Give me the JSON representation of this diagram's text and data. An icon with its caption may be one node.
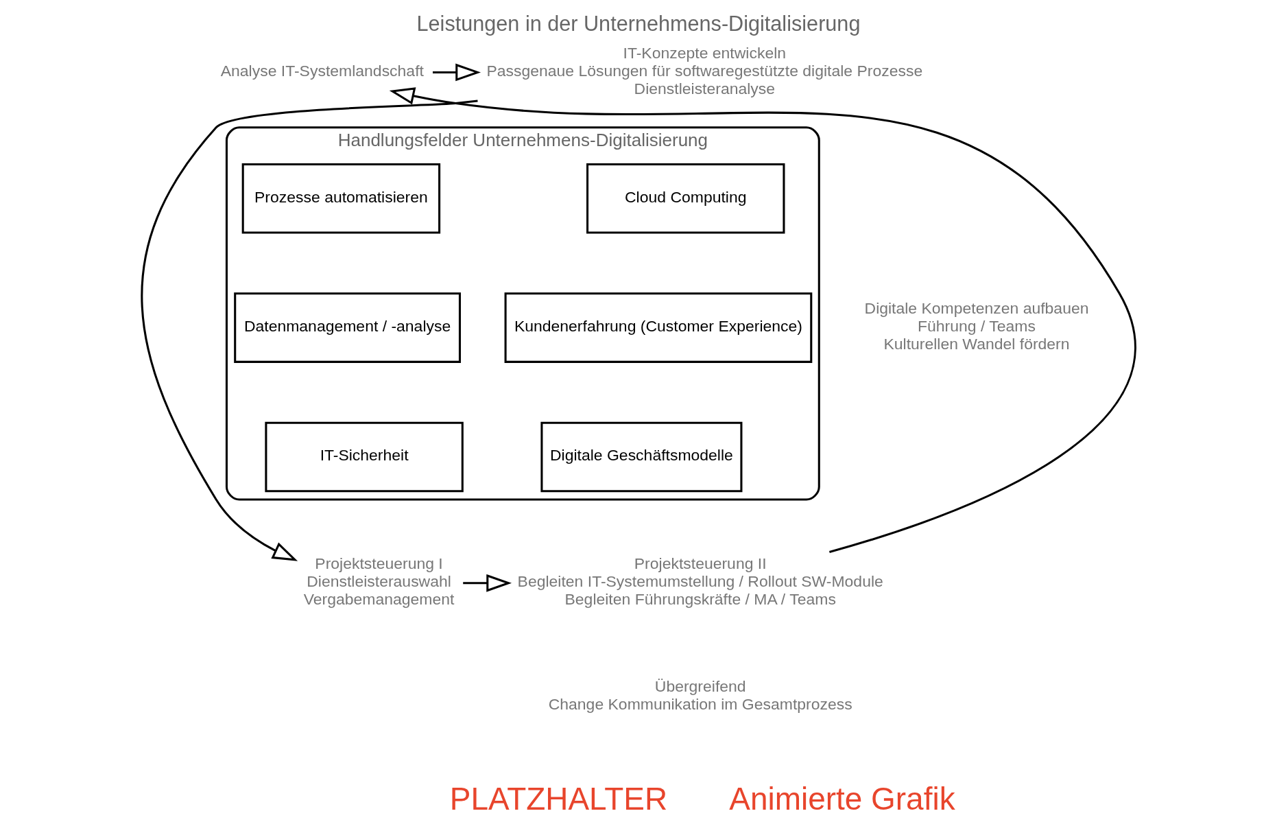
{
  "diagram": {
    "title": "Leistungen in der Unternehmens-Digitalisierung",
    "nodes": [
      {
        "text": [
          "Analyse IT-Systemlandschaft"
        ]
      },
      {
        "text": [
          "IT-Konzepte entwickeln",
          "Passgenaue Lösungen für softwaregestützte digitale Prozesse",
          "Dienstleisteranalyse"
        ]
      },
      {
        "text": [
          "Digitale Kompetenzen aufbauen",
          "Führung / Teams",
          "Kulturellen Wandel fördern"
        ]
      },
      {
        "text": [
          "Handlungsfelder Unternehmens-Digitalisierung"
        ]
      },
      {
        "text": [
          "Prozesse automatisieren"
        ],
        "in": 3
      },
      {
        "text": [
          "Cloud Computing"
        ],
        "in": 3
      },
      {
        "text": [
          "Datenmanagement / -analyse"
        ],
        "in": 3
      },
      {
        "text": [
          "Kundenerfahrung (Customer Experience)"
        ],
        "in": 3
      },
      {
        "text": [
          "IT-Sicherheit"
        ],
        "in": 3
      },
      {
        "text": [
          "Digitale Geschäftsmodelle"
        ],
        "in": 3
      },
      {
        "text": [
          "Projektsteuerung II",
          "Begleiten IT-Systemumstellung / Rollout SW-Module",
          "Begleiten Führungskräfte / MA / Teams"
        ]
      },
      {
        "text": [
          "Projektsteuerung I",
          "Dienstleisterauswahl",
          "Vergabemanagement"
        ]
      },
      {
        "text": [
          "Übergreifend",
          "Change Kommunikation im Gesamtprozess"
        ]
      }
    ],
    "edges": [
      {
        "from": 0,
        "to": 1,
        "arrow": "to"
      },
      {
        "from": 1,
        "to": 11,
        "arrow": "to"
      },
      {
        "from": 11,
        "to": 10,
        "arrow": "to"
      },
      {
        "from": 10,
        "to": 0,
        "arrow": "to"
      }
    ],
    "labels": [
      "PLATZHALTER",
      "Animierte Grafik"
    ]
  }
}
